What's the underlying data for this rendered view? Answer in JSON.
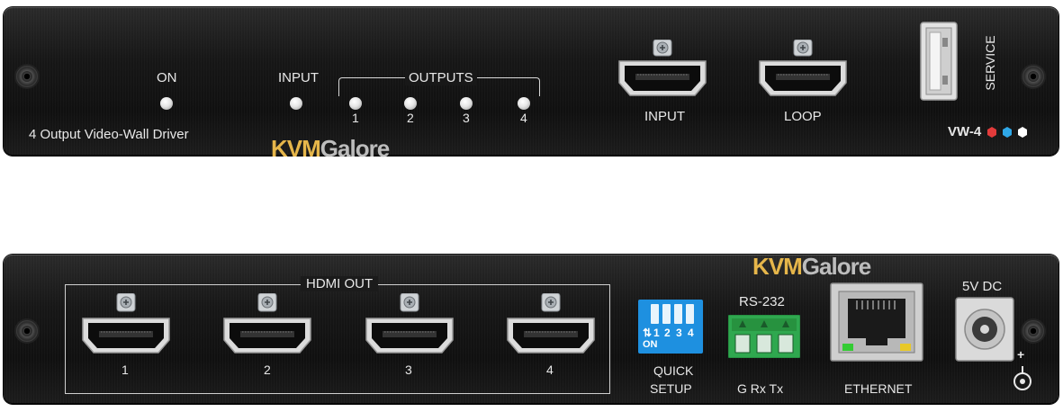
{
  "front": {
    "label_on": "ON",
    "label_input": "INPUT",
    "label_outputs": "OUTPUTS",
    "output_numbers": [
      "1",
      "2",
      "3",
      "4"
    ],
    "description": "4 Output Video-Wall Driver",
    "hdmi_input_label": "INPUT",
    "hdmi_loop_label": "LOOP",
    "service_label": "SERVICE",
    "model": "VW-4"
  },
  "rear": {
    "hdmi_out_label": "HDMI OUT",
    "hdmi_numbers": [
      "1",
      "2",
      "3",
      "4"
    ],
    "dip_numbers": [
      "1",
      "2",
      "3",
      "4"
    ],
    "dip_on": "ON",
    "quick_setup_line1": "QUICK",
    "quick_setup_line2": "SETUP",
    "rs232_label": "RS-232",
    "rs232_pins": "G  Rx  Tx",
    "ethernet_label": "ETHERNET",
    "power_label": "5V DC",
    "power_polarity": "+"
  },
  "watermark": {
    "part1": "KVM",
    "part2": "Galore"
  },
  "colors": {
    "panel": "#171717",
    "led": "#e6e6e6",
    "dip_switch": "#1e90e0",
    "terminal_block": "#2fa84f",
    "ethernet_led_green": "#33cc33",
    "ethernet_led_yellow": "#e8c828",
    "watermark_gold": "#e6b64a",
    "watermark_grey": "#bdbdbd",
    "model_dot_red": "#e23b3b",
    "model_dot_blue": "#2fa8e8",
    "model_dot_white": "#ffffff"
  }
}
